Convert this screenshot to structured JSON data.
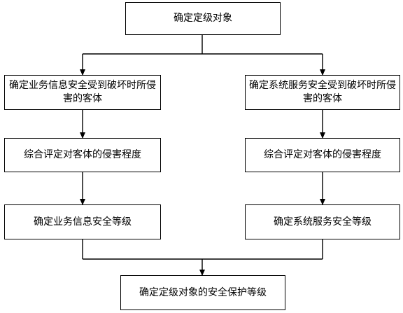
{
  "nodes": {
    "top": "确定定级对象",
    "left1": "确定业务信息安全受到破坏时所侵害的客体",
    "left2": "综合评定对客体的侵害程度",
    "left3": "确定业务信息安全等级",
    "right1": "确定系统服务安全受到破坏时所侵害的客体",
    "right2": "综合评定对客体的侵害程度",
    "right3": "确定系统服务安全等级",
    "bottom": "确定定级对象的安全保护等级"
  }
}
